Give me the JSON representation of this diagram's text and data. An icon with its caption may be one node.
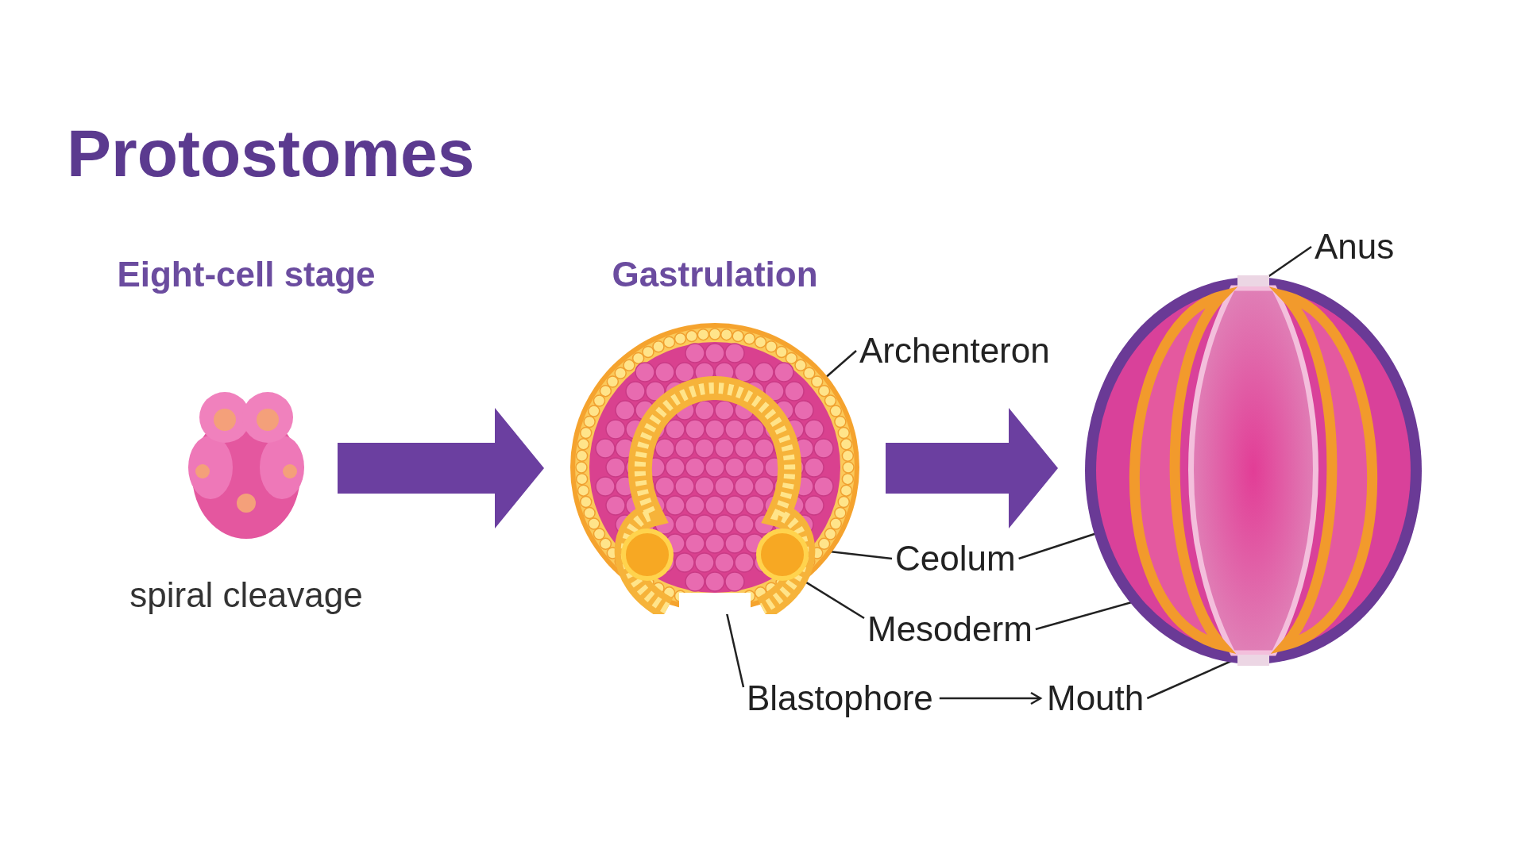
{
  "diagram": {
    "title": "Protostomes",
    "nodes": [
      {
        "text": [
          "Eight-cell stage"
        ],
        "beside": [
          "spiral cleavage"
        ]
      },
      {
        "text": [
          "Gastrulation"
        ]
      },
      {
        "text": [],
        "shape": "picture"
      },
      {
        "text": [
          "Archenteron"
        ]
      },
      {
        "text": [
          "Ceolum"
        ]
      },
      {
        "text": [
          "Mesoderm"
        ]
      },
      {
        "text": [
          "Blastophore"
        ]
      },
      {
        "text": [
          "Mouth"
        ]
      },
      {
        "text": [
          "Anus"
        ]
      }
    ],
    "edges": [
      {
        "from": 0,
        "to": 1,
        "arrow": "to",
        "style": "thick",
        "color": "#6b3fa0"
      },
      {
        "from": 1,
        "to": 2,
        "arrow": "to",
        "style": "thick",
        "color": "#6b3fa0"
      },
      {
        "from": 3,
        "to": 1,
        "arrow": "none"
      },
      {
        "from": 4,
        "to": 1,
        "arrow": "none"
      },
      {
        "from": 4,
        "to": 2,
        "arrow": "none"
      },
      {
        "from": 5,
        "to": 1,
        "arrow": "none"
      },
      {
        "from": 5,
        "to": 2,
        "arrow": "none"
      },
      {
        "from": 6,
        "to": 1,
        "arrow": "none"
      },
      {
        "from": 6,
        "to": 7,
        "arrow": "to"
      },
      {
        "from": 7,
        "to": 2,
        "arrow": "none"
      },
      {
        "from": 8,
        "to": 2,
        "arrow": "none"
      }
    ]
  }
}
